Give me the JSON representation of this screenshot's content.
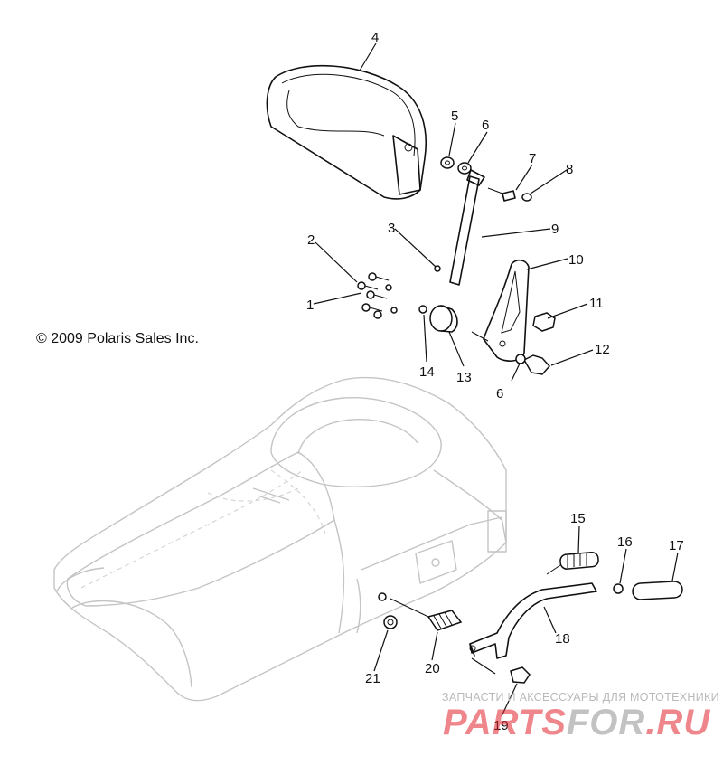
{
  "copyright": "© 2009 Polaris Sales Inc.",
  "watermark": {
    "tagline": "ЗАПЧАСТИ И АКСЕССУАРЫ ДЛЯ МОТОТЕХНИКИ",
    "logo_part1": "PARTS",
    "logo_part2": "FOR",
    "logo_part3": ".RU",
    "color_red": "#e0232b",
    "color_gray": "#8f8f8f"
  },
  "callouts": {
    "c1": "1",
    "c2": "2",
    "c3": "3",
    "c4": "4",
    "c5": "5",
    "c6a": "6",
    "c6b": "6",
    "c7": "7",
    "c8": "8",
    "c9": "9",
    "c10": "10",
    "c11": "11",
    "c12": "12",
    "c13": "13",
    "c14": "14",
    "c15": "15",
    "c16": "16",
    "c17": "17",
    "c18": "18",
    "c19": "19",
    "c20": "20",
    "c21": "21"
  }
}
